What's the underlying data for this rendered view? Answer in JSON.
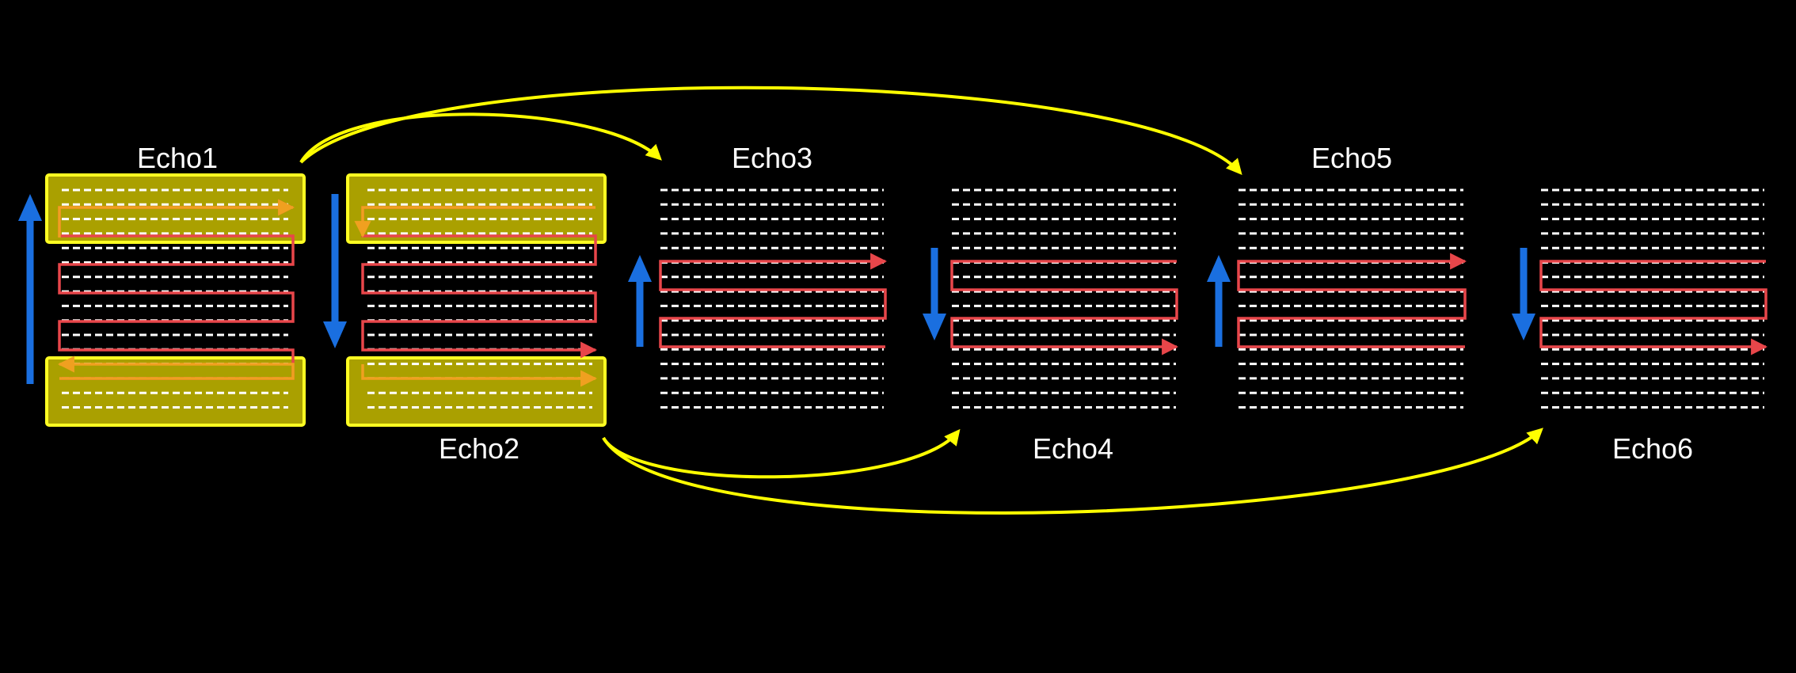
{
  "echoes": [
    {
      "name": "Echo1",
      "label_pos": "top",
      "direction": "up",
      "highlighted": true
    },
    {
      "name": "Echo2",
      "label_pos": "bottom",
      "direction": "down",
      "highlighted": true
    },
    {
      "name": "Echo3",
      "label_pos": "top",
      "direction": "up",
      "highlighted": false
    },
    {
      "name": "Echo4",
      "label_pos": "bottom",
      "direction": "down",
      "highlighted": false
    },
    {
      "name": "Echo5",
      "label_pos": "top",
      "direction": "up",
      "highlighted": false
    },
    {
      "name": "Echo6",
      "label_pos": "bottom",
      "direction": "down",
      "highlighted": false
    }
  ],
  "colors": {
    "background": "#000000",
    "line": "#ffffff",
    "trajectory": "#e8464a",
    "direction_arrow": "#1a6fe0",
    "highlight_fill": "#aaa000",
    "highlight_stroke": "#ffff22",
    "connector": "#ffff00",
    "highlight_trajectory": "#f0a020"
  },
  "connections": [
    {
      "from": "Echo1",
      "to": "Echo3"
    },
    {
      "from": "Echo1",
      "to": "Echo5"
    },
    {
      "from": "Echo2",
      "to": "Echo4"
    },
    {
      "from": "Echo2",
      "to": "Echo6"
    }
  ]
}
